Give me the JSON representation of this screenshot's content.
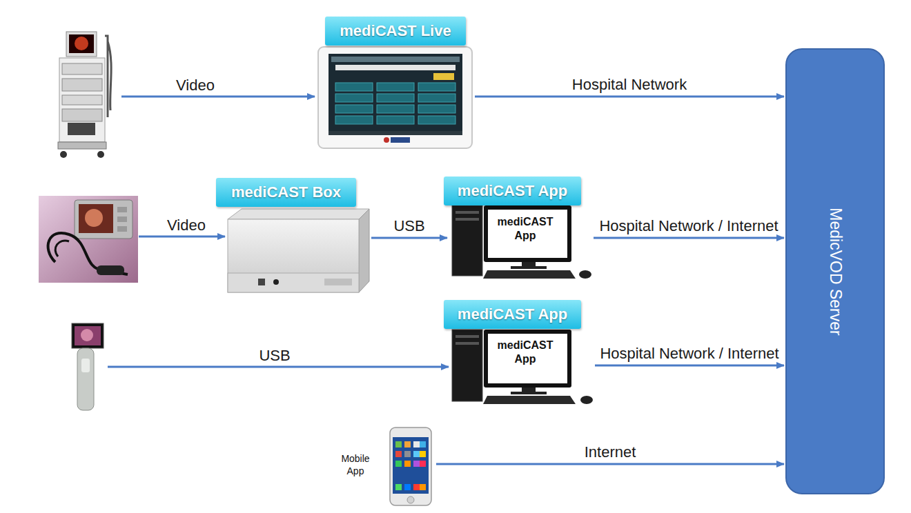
{
  "diagram": {
    "nodes": [
      {
        "text": [
          "mediCAST Live"
        ]
      },
      {
        "text": [
          "mediCAST Box"
        ]
      },
      {
        "text": [
          "mediCAST App",
          "mediCAST App"
        ]
      },
      {
        "text": [
          "mediCAST App",
          "mediCAST App"
        ]
      },
      {
        "text": [
          "Mobile App"
        ]
      },
      {
        "text": [
          "MedicVOD Server"
        ]
      }
    ],
    "edges": [
      {
        "from": 0,
        "to": 5,
        "label": "Hospital Network",
        "arrow": "to"
      },
      {
        "from": 1,
        "to": 2,
        "label": "USB",
        "arrow": "to"
      },
      {
        "from": 2,
        "to": 5,
        "label": "Hospital Network / Internet",
        "arrow": "to"
      },
      {
        "from": 3,
        "to": 5,
        "label": "Hospital Network / Internet",
        "arrow": "to"
      },
      {
        "from": 4,
        "to": 5,
        "label": "Internet",
        "arrow": "to"
      }
    ],
    "labels": [
      "Video",
      "Video",
      "USB"
    ]
  }
}
